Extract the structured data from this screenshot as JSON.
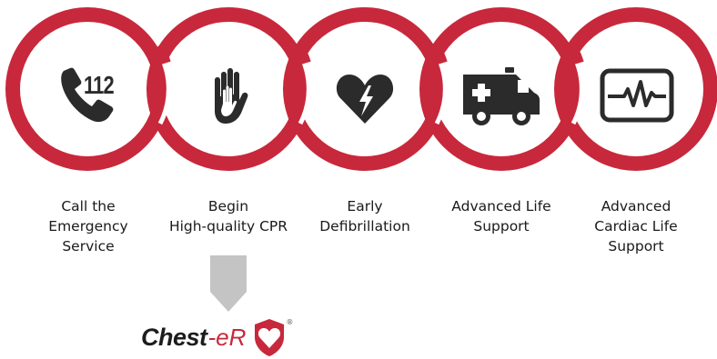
{
  "colors": {
    "ring": "#c8283b",
    "icon": "#2b2b2b",
    "arrow": "#c4c4c4",
    "accent": "#c8283b"
  },
  "steps": [
    {
      "label": "Call the\nEmergency\nService",
      "icon": "phone-icon",
      "number": "112"
    },
    {
      "label": "Begin\nHigh-quality CPR",
      "icon": "hand-icon"
    },
    {
      "label": "Early\nDefibrillation",
      "icon": "heart-lightning-icon"
    },
    {
      "label": "Advanced Life\nSupport",
      "icon": "ambulance-icon"
    },
    {
      "label": "Advanced\nCardiac Life\nSupport",
      "icon": "ecg-monitor-icon"
    }
  ],
  "logo": {
    "main": "Chest",
    "suffix": "-eR",
    "mark": "®"
  }
}
